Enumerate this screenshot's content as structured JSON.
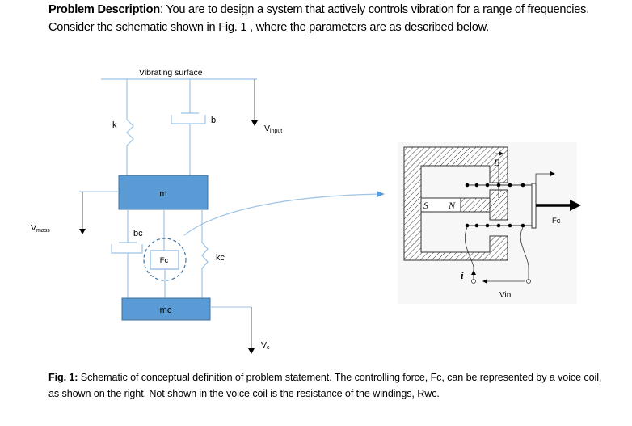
{
  "problem": {
    "heading": "Problem Description",
    "separator": ":",
    "text": " You are to design a system that actively controls vibration for a range of frequencies. Consider the schematic shown in Fig. 1 , where the parameters are as described below."
  },
  "diagram": {
    "surface_label": "Vibrating surface",
    "spring_k_label": "k",
    "damper_b_label": "b",
    "v_input_main": "V",
    "v_input_sub": "input",
    "mass_label": "m",
    "v_mass_main": "V",
    "v_mass_sub": "mass",
    "damper_bc_label": "bc",
    "force_label": "Fc",
    "spring_kc_label": "kc",
    "mass_c_label": "mc",
    "v_c_main": "V",
    "v_c_sub": "c",
    "colors": {
      "mass_fill": "#5b9bd5",
      "mass_stroke": "#41719c",
      "line": "#9dc3e6",
      "arrow": "#5b9bd5"
    }
  },
  "voice_coil": {
    "magnet_s": "S",
    "magnet_n": "N",
    "field_label": "B",
    "current_label": "i",
    "force_label": "Fc",
    "voltage_label": "Vin"
  },
  "caption": {
    "fig_label": "Fig. 1:",
    "text": " Schematic of conceptual definition of problem statement. The controlling force, Fc, can be represented by a voice coil, as shown on the right. Not shown in the voice coil is the resistance of the windings, Rwc."
  }
}
